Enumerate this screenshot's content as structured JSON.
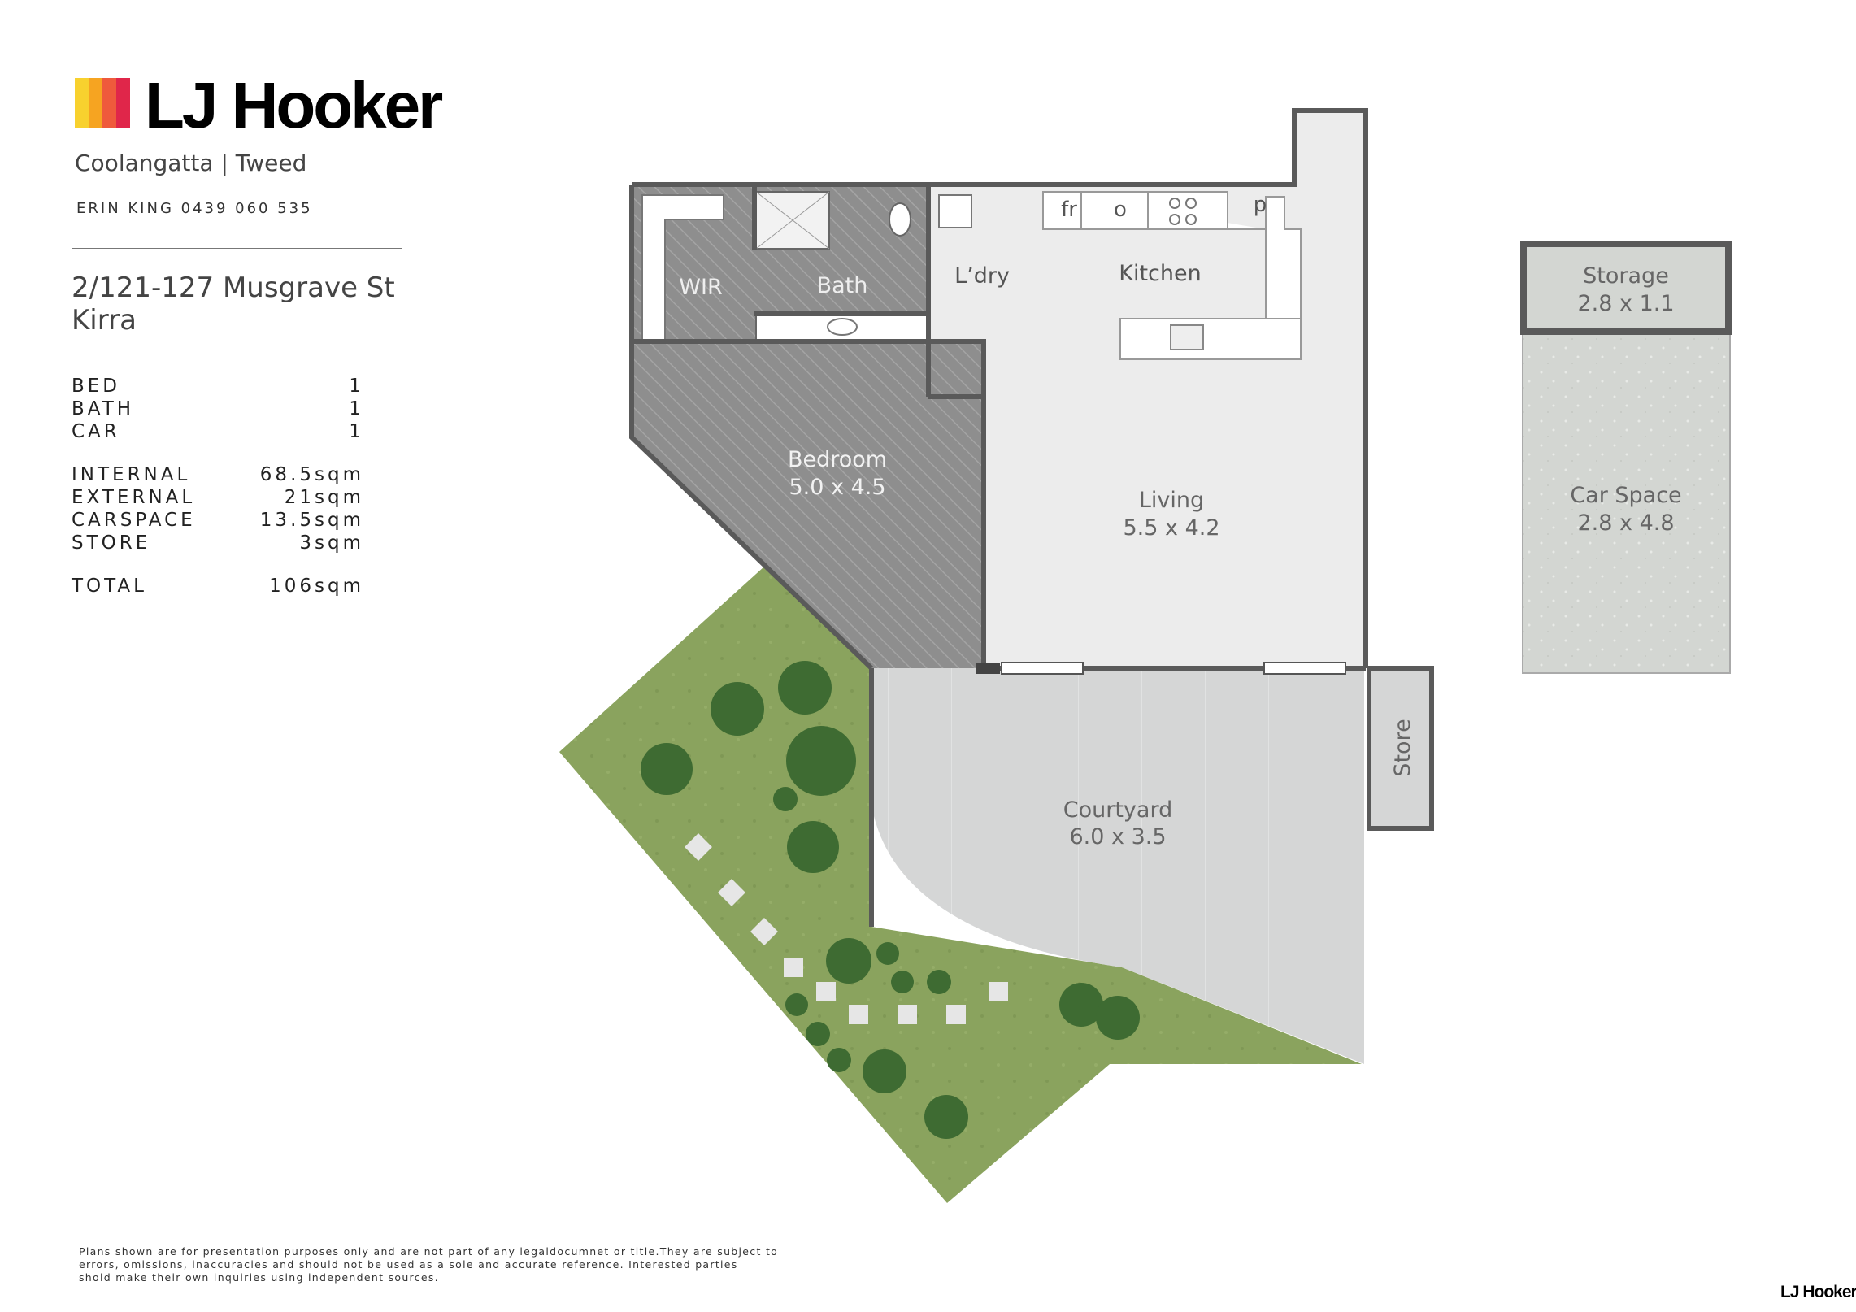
{
  "brand": {
    "name": "LJ Hooker",
    "office": "Coolangatta | Tweed",
    "agent": "ERIN KING 0439 060 535",
    "colors": [
      "#f8d12e",
      "#f6a421",
      "#ef5a3c",
      "#e0264a"
    ],
    "footer_logo": "LJ Hooker"
  },
  "address": {
    "line1": "2/121-127 Musgrave St",
    "line2": "Kirra"
  },
  "features": [
    {
      "label": "BED",
      "value": "1"
    },
    {
      "label": "BATH",
      "value": "1"
    },
    {
      "label": "CAR",
      "value": "1"
    }
  ],
  "areas": [
    {
      "label": "INTERNAL",
      "value": "68.5sqm"
    },
    {
      "label": "EXTERNAL",
      "value": "21sqm"
    },
    {
      "label": "CARSPACE",
      "value": "13.5sqm"
    },
    {
      "label": "STORE",
      "value": "3sqm"
    }
  ],
  "total": {
    "label": "TOTAL",
    "value": "106sqm"
  },
  "plan": {
    "wir": "WIR",
    "bath": "Bath",
    "laundry": "L’dry",
    "kitchen": "Kitchen",
    "fridge": "fr",
    "oven": "o",
    "pantry": "p",
    "bedroom": {
      "name": "Bedroom",
      "size": "5.0 x 4.5"
    },
    "living": {
      "name": "Living",
      "size": "5.5 x 4.2"
    },
    "courtyard": {
      "name": "Courtyard",
      "size": "6.0 x 3.5"
    },
    "store": "Store",
    "storage": {
      "name": "Storage",
      "size": "2.8 x 1.1"
    },
    "car_space": {
      "name": "Car Space",
      "size": "2.8 x 4.8"
    }
  },
  "disclaimer": [
    "Plans shown are for presentation purposes only and are not part of any legaldocumnet or title.They are subject to",
    "errors, omissions, inaccuracies and should not be used as a sole and accurate reference. Interested parties",
    "shold make their own inquiries using independent sources."
  ]
}
